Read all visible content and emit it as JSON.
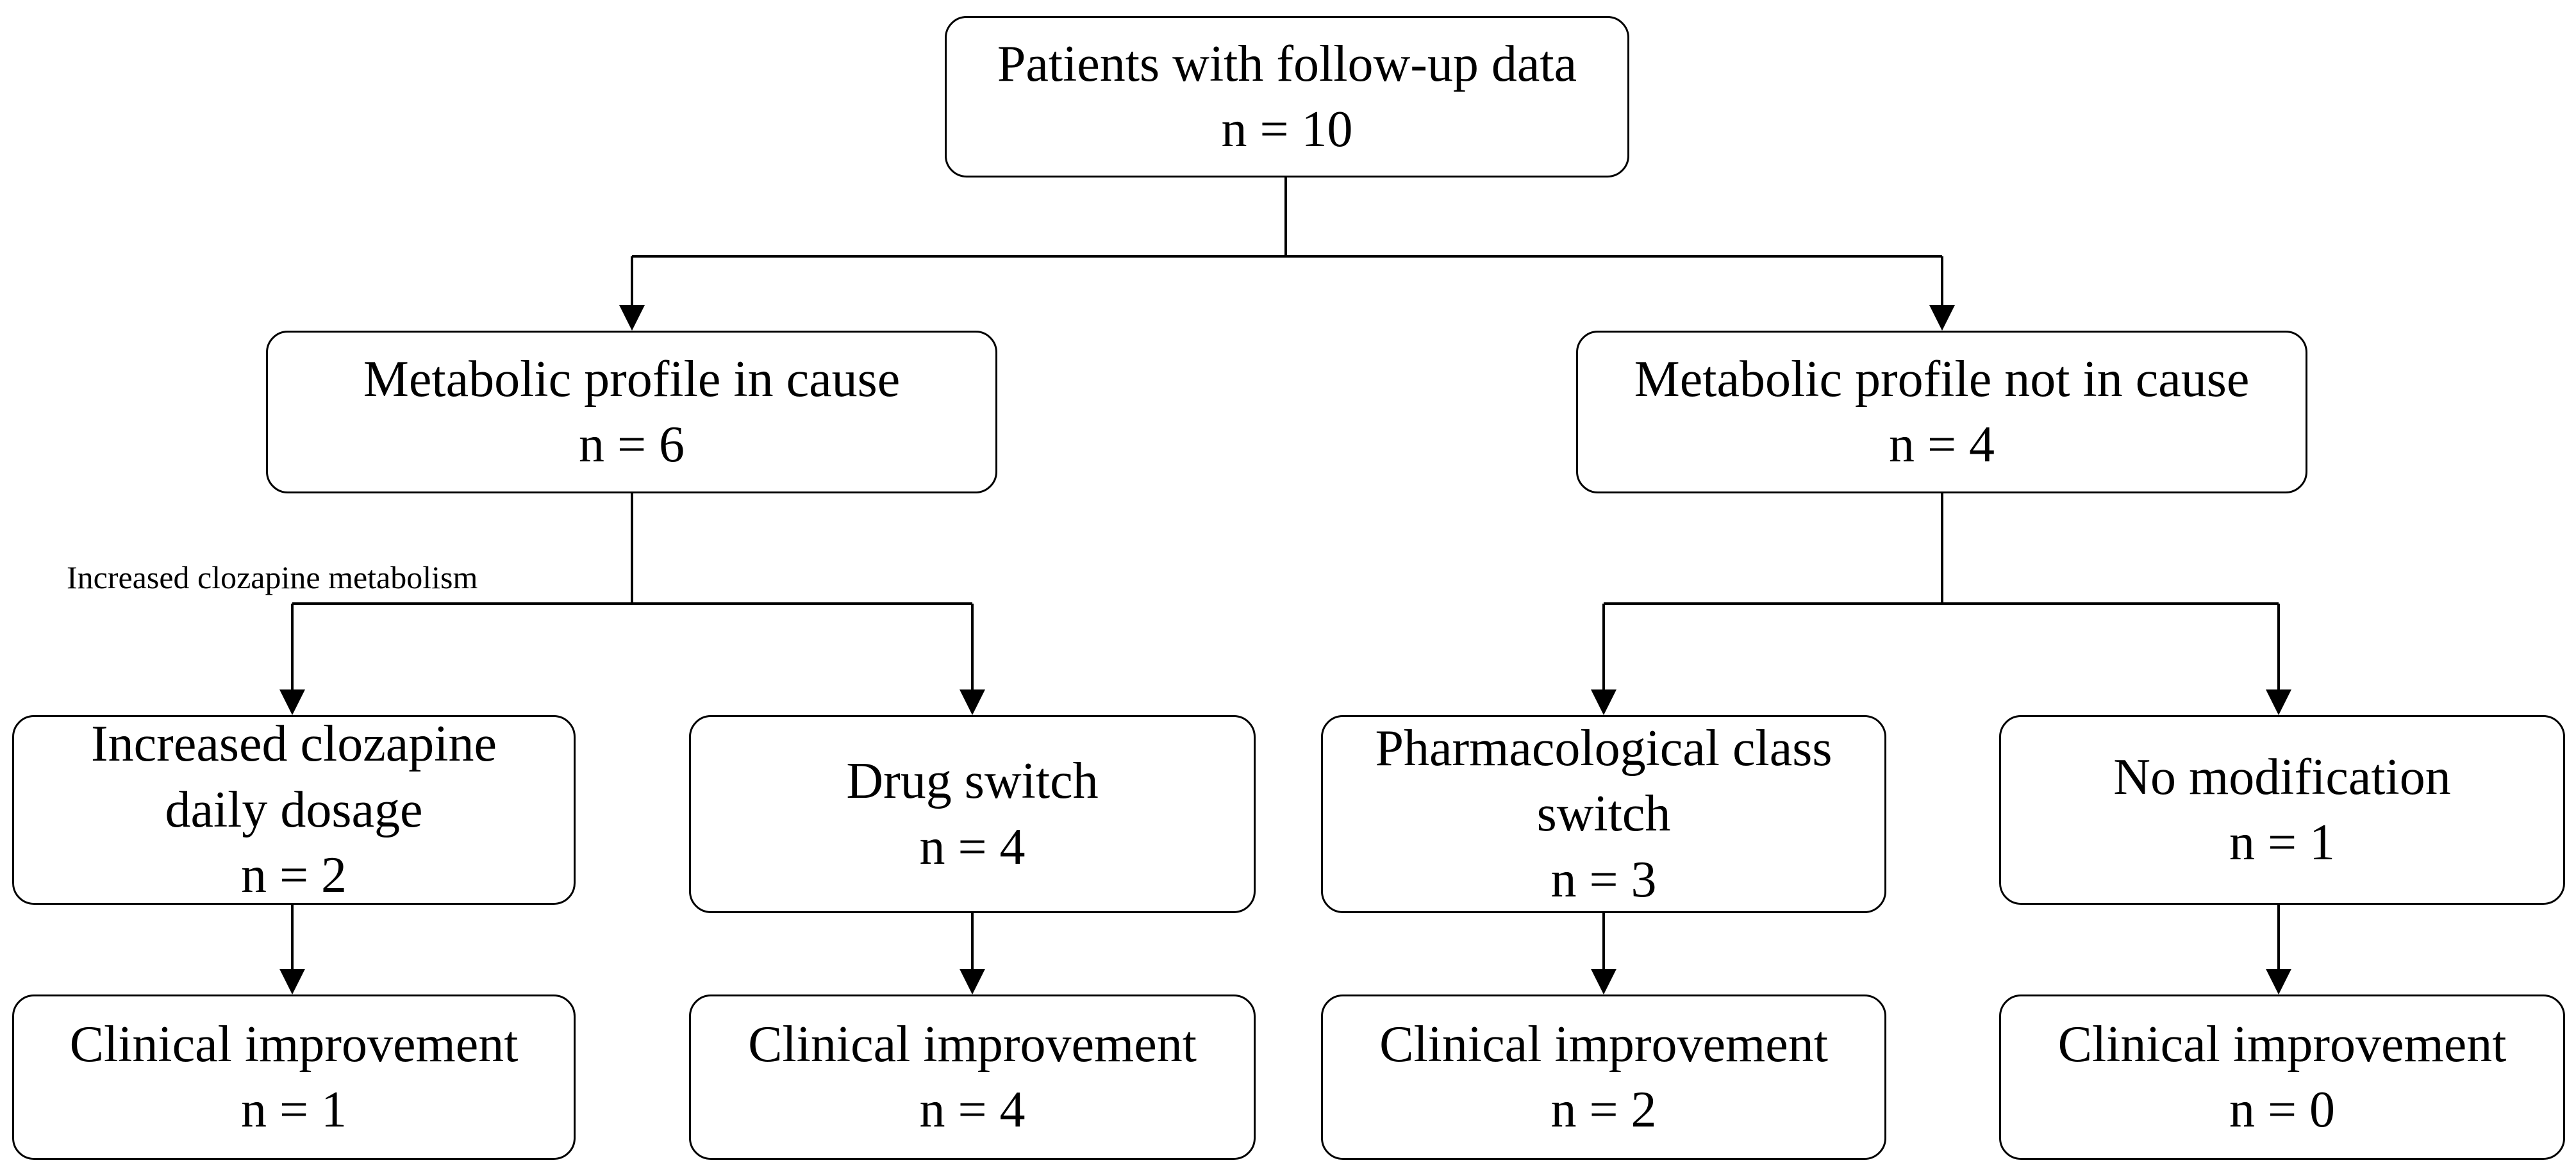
{
  "nodes": {
    "root": {
      "line1": "Patients with follow-up data",
      "line2": "n = 10"
    },
    "metabolic_in_cause": {
      "line1": "Metabolic profile in cause",
      "line2": "n = 6"
    },
    "metabolic_not_in_cause": {
      "line1": "Metabolic profile not in cause",
      "line2": "n = 4"
    },
    "increased_dosage": {
      "line1": "Increased clozapine",
      "line2": "daily dosage",
      "line3": "n = 2"
    },
    "drug_switch": {
      "line1": "Drug switch",
      "line2": "n = 4"
    },
    "class_switch": {
      "line1": "Pharmacological class",
      "line2": "switch",
      "line3": "n = 3"
    },
    "no_modification": {
      "line1": "No modification",
      "line2": "n = 1"
    },
    "improvement_1": {
      "line1": "Clinical improvement",
      "line2": "n = 1"
    },
    "improvement_2": {
      "line1": "Clinical improvement",
      "line2": "n = 4"
    },
    "improvement_3": {
      "line1": "Clinical improvement",
      "line2": "n = 2"
    },
    "improvement_4": {
      "line1": "Clinical improvement",
      "line2": "n = 0"
    }
  },
  "edge_labels": {
    "increased_metabolism": "Increased clozapine  metabolism"
  },
  "colors": {
    "line": "#000000",
    "box_fill": "#ffffff",
    "background": "#ffffff"
  }
}
